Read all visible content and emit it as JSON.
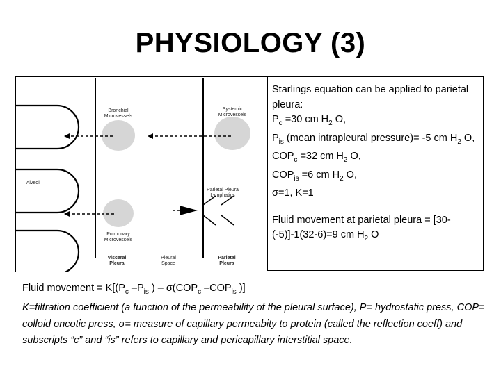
{
  "title": "PHYSIOLOGY (3)",
  "figure": {
    "labels": {
      "bronchial": "Bronchial Microvessels",
      "systemic": "Systemic Microvessels",
      "alveoli": "Alveoli",
      "parietal_lymphatics": "Parietal Pleura Lymphatics",
      "pulmonary": "Pulmonary Microvessels",
      "visceral_pleura": "Visceral Pleura",
      "pleural_space": "Pleural Space",
      "parietal_pleura": "Parietal Pleura"
    }
  },
  "textbox": {
    "intro": "Starlings equation can be applied to parietal pleura:",
    "pc_label": "P",
    "pc_sub": "c",
    "pc_value": " =30 cm H",
    "pc_h_sub": "2",
    "pc_unit": " O,",
    "pis_label": "P",
    "pis_sub": "is",
    "pis_value": " (mean intrapleural pressure)= -5 cm H",
    "pis_h_sub": "2",
    "pis_unit": " O,",
    "copc_label": "COP",
    "copc_sub": "c",
    "copc_value": " =32 cm H",
    "copc_h_sub": "2",
    "copc_unit": " O,",
    "copis_label": "COP",
    "copis_sub": "is",
    "copis_value": " =6 cm H",
    "copis_h_sub": "2",
    "copis_unit": " O,",
    "sigma_k": "σ=1, K=1",
    "fluid_text": "Fluid movement at parietal pleura = [30-(-5)]-1(32-6)=9 cm H",
    "fluid_sub": "2",
    "fluid_unit": " O"
  },
  "caption": {
    "eq_a": "Fluid movement = K[(P",
    "eq_sub_c1": "c",
    "eq_b": " –P",
    "eq_sub_is1": "is",
    "eq_c": " ) – σ(COP",
    "eq_sub_c2": "c",
    "eq_d": " –COP",
    "eq_sub_is2": "is",
    "eq_e": " )]",
    "definition": "K=filtration coefficient (a function of the permeability of the pleural surface), P= hydrostatic press, COP= colloid oncotic press, σ= measure of capillary permeabity to protein (called the reflection coeff) and subscripts “c” and “is” refers to capillary and pericapillary interstitial space."
  }
}
